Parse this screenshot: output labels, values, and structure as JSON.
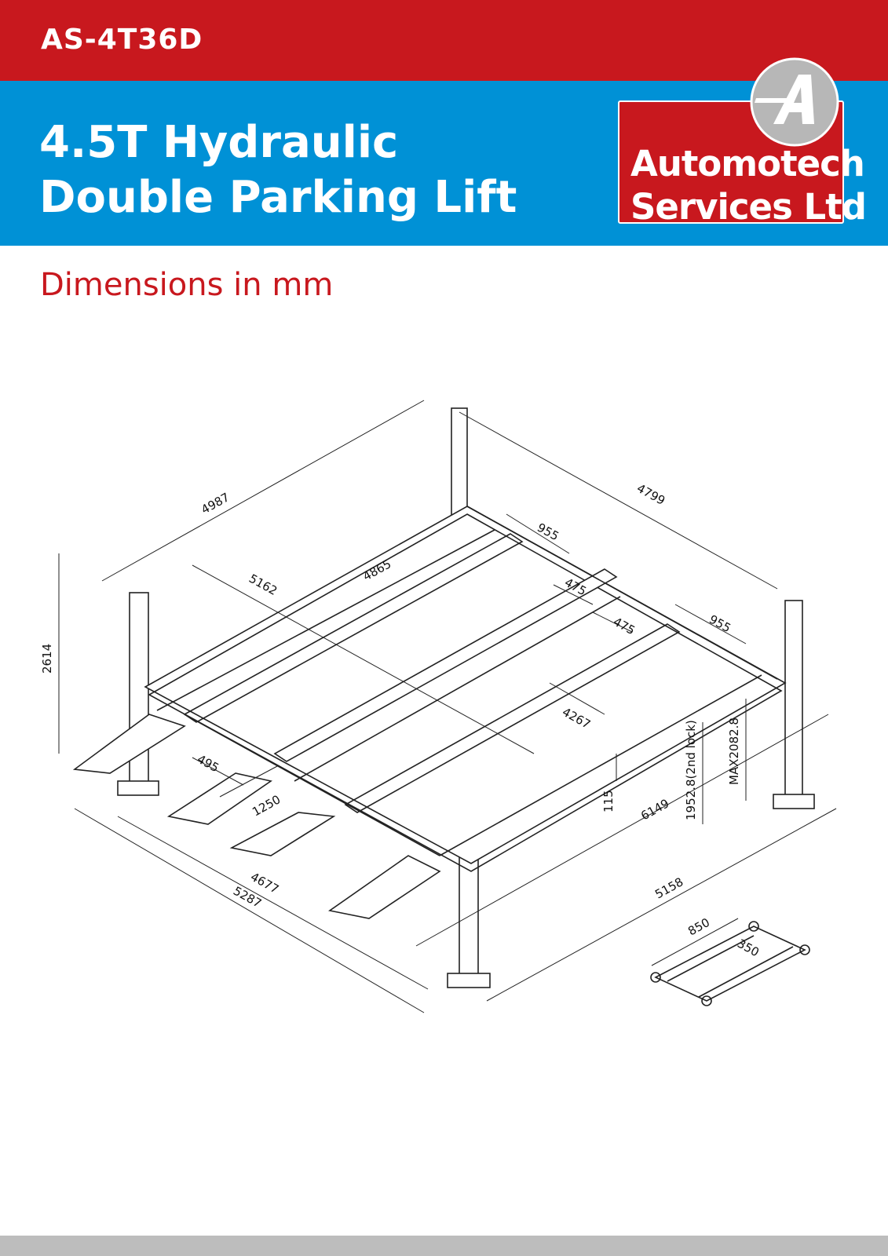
{
  "header": {
    "model": "AS-4T36D",
    "title_line1": "4.5T Hydraulic",
    "title_line2": "Double Parking Lift"
  },
  "logo": {
    "line1": "Automotech",
    "line2": "Services Ltd",
    "mark": "A"
  },
  "subtitle": "Dimensions in mm",
  "dimensions": {
    "d4987": "4987",
    "d4799": "4799",
    "d955a": "955",
    "d955b": "955",
    "d475a": "475",
    "d475b": "475",
    "d5162": "5162",
    "d4865": "4865",
    "d2614": "2614",
    "d4267": "4267",
    "d495": "495",
    "d1250": "1250",
    "d115": "115",
    "d6149": "6149",
    "d1952": "1952.8(2nd lock)",
    "dmax": "MAX2082.8",
    "d4677": "4677",
    "d5287": "5287",
    "d5158": "5158",
    "d850": "850",
    "d350": "350"
  },
  "colors": {
    "red": "#c8181e",
    "blue": "#0091d6",
    "grey": "#bdbdbd"
  }
}
